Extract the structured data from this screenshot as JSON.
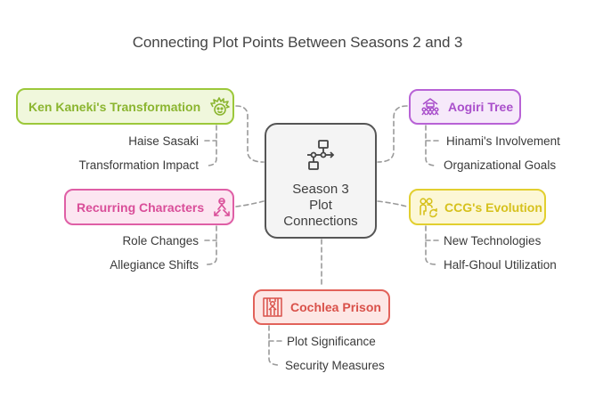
{
  "title": "Connecting Plot Points Between Seasons 2 and 3",
  "center": {
    "label": "Season 3\nPlot\nConnections",
    "icon": "flowchart-icon"
  },
  "colors": {
    "green": "#9cc83a",
    "purple": "#b862d6",
    "pink": "#df5fa6",
    "yellow": "#e2cf2f",
    "red": "#e2625a",
    "connector": "#9a9a9a",
    "center_border": "#555555"
  },
  "branches": {
    "kaneki": {
      "label": "Ken Kaneki's Transformation",
      "icon": "spiky-hair-face-icon",
      "children": [
        "Haise Sasaki",
        "Transformation Impact"
      ]
    },
    "aogiri": {
      "label": "Aogiri Tree",
      "icon": "group-house-icon",
      "children": [
        "Hinami's Involvement",
        "Organizational Goals"
      ]
    },
    "recurring": {
      "label": "Recurring Characters",
      "icon": "person-arrows-icon",
      "children": [
        "Role Changes",
        "Allegiance Shifts"
      ]
    },
    "ccg": {
      "label": "CCG's Evolution",
      "icon": "people-refresh-icon",
      "children": [
        "New Technologies",
        "Half-Ghoul Utilization"
      ]
    },
    "cochlea": {
      "label": "Cochlea Prison",
      "icon": "prison-bars-icon",
      "children": [
        "Plot Significance",
        "Security Measures"
      ]
    }
  }
}
